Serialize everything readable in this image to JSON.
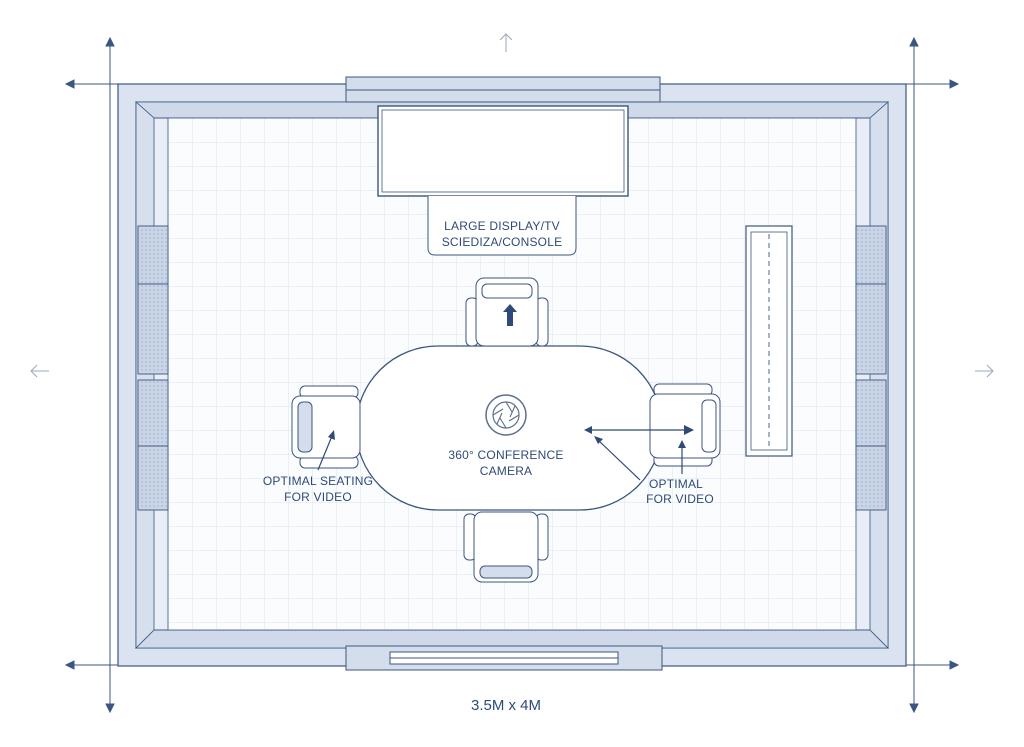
{
  "labels": {
    "display_line1": "LARGE DISPLAY/TV",
    "display_line2": "SCIEDIZA/CONSOLE",
    "camera_line1": "360° CONFERENCE",
    "camera_line2": "CAMERA",
    "seating_left_line1": "OPTIMAL SEATING",
    "seating_left_line2": "FOR VIDEO",
    "seating_right_line1": "OPTIMAL",
    "seating_right_line2": "FOR VIDEO",
    "dimensions": "3.5M x 4M"
  },
  "colors": {
    "line": "#3b5680",
    "wall_fill": "#d3ddec",
    "wall_light": "#e6ecf5",
    "floor": "#fbfcfe",
    "grid": "#dde4ef",
    "text": "#2f4a78"
  }
}
